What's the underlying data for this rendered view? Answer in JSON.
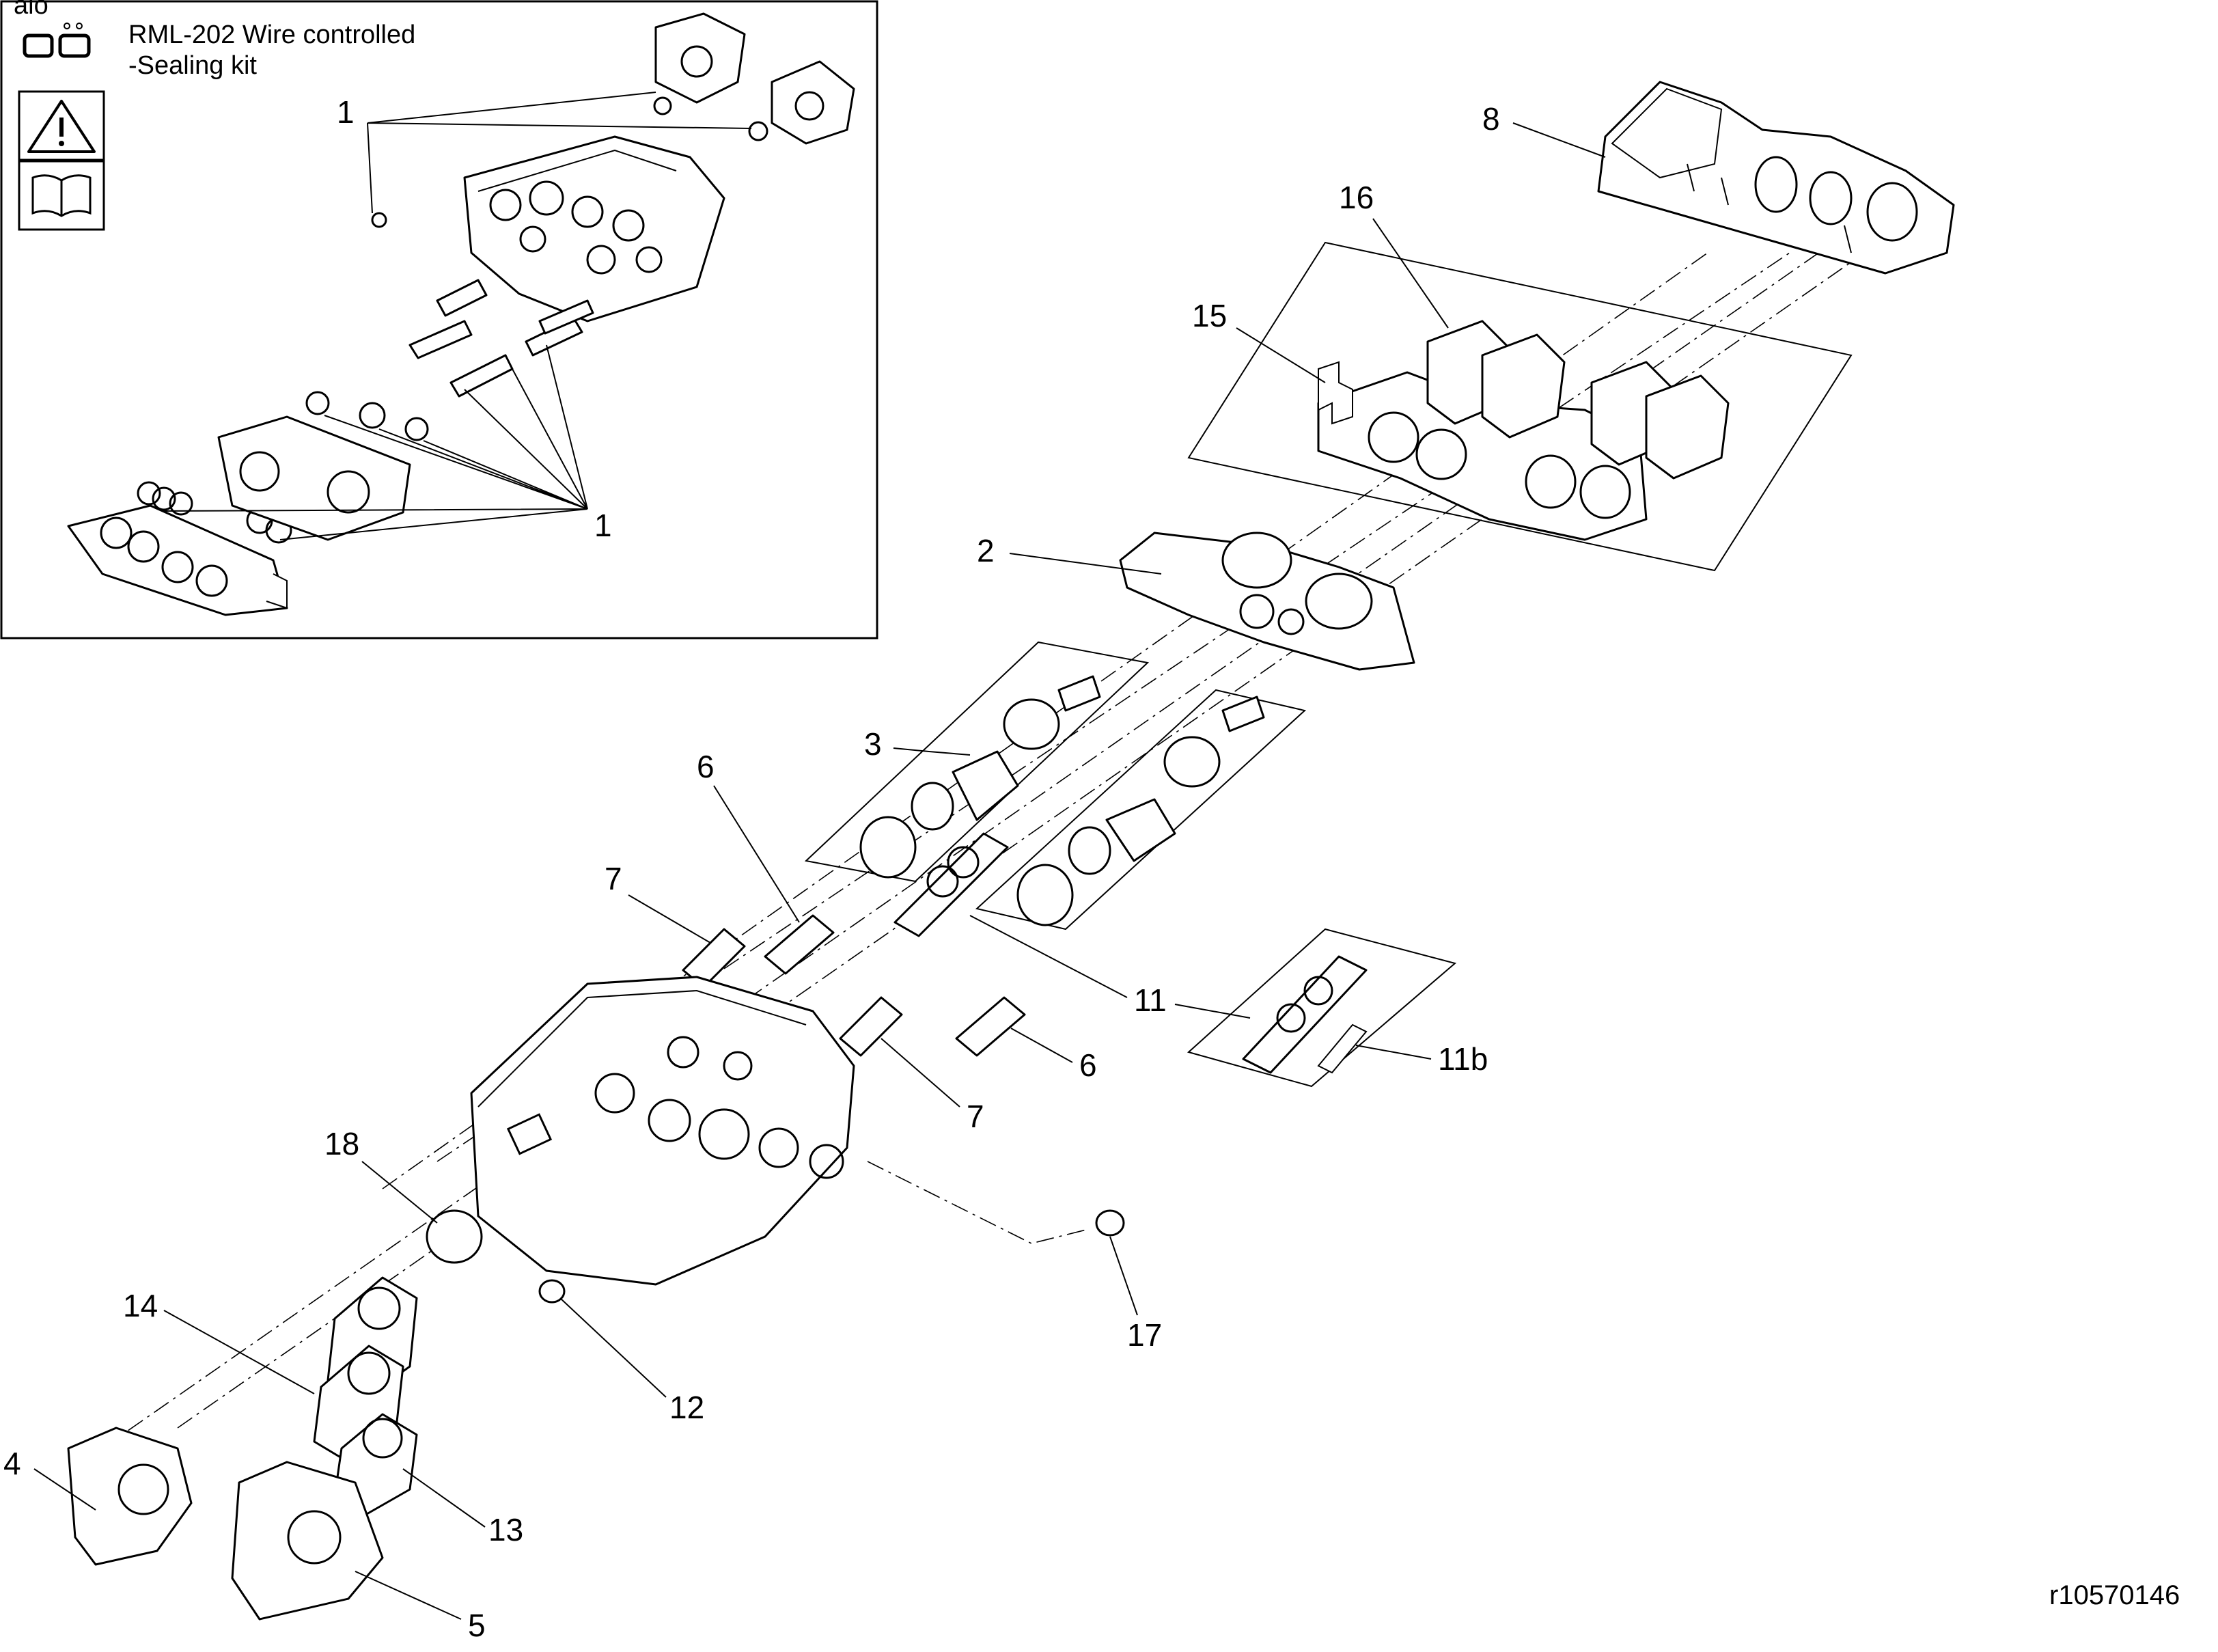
{
  "document_id": "r10570146",
  "inset": {
    "brand_logo": "ålö",
    "title_line1": "RML-202 Wire controlled",
    "title_line2": "-Sealing kit",
    "icons": [
      "warning-triangle-icon",
      "manual-book-icon"
    ],
    "callouts": [
      "1",
      "1"
    ]
  },
  "callouts": {
    "c2": "2",
    "c3": "3",
    "c4": "4",
    "c5": "5",
    "c6a": "6",
    "c6b": "6",
    "c7a": "7",
    "c7b": "7",
    "c8": "8",
    "c11": "11",
    "c11b": "11b",
    "c12": "12",
    "c13": "13",
    "c14": "14",
    "c15": "15",
    "c16": "16",
    "c17": "17",
    "c18": "18"
  }
}
